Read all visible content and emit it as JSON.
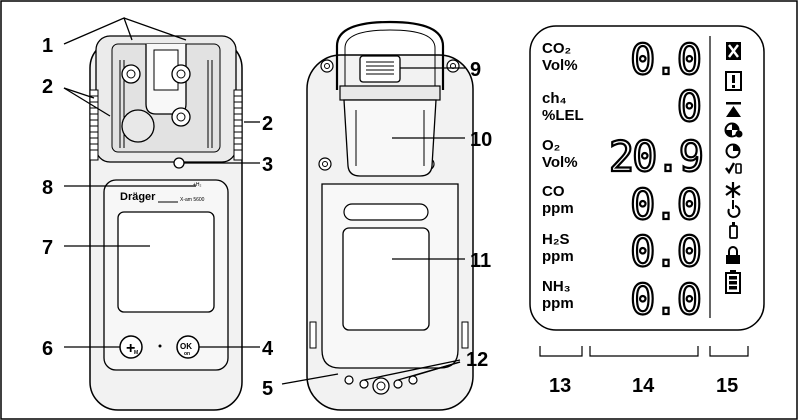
{
  "device": {
    "brand": "Dräger",
    "model": "X-am 5600",
    "sensor_mark": "+H₂",
    "left_button": "+",
    "left_button_sub": "M",
    "right_button": "OK",
    "right_button_sub": "on"
  },
  "callouts": {
    "c1": "1",
    "c2a": "2",
    "c2b": "2",
    "c3": "3",
    "c4": "4",
    "c5": "5",
    "c6": "6",
    "c7": "7",
    "c8": "8",
    "c9": "9",
    "c10": "10",
    "c11": "11",
    "c12": "12",
    "c13": "13",
    "c14": "14",
    "c15": "15"
  },
  "display": {
    "rows": [
      {
        "gas": "CO₂",
        "unit": "Vol%",
        "value": "0.0"
      },
      {
        "gas": "ch₄",
        "unit": "%LEL",
        "value": "0"
      },
      {
        "gas": "O₂",
        "unit": "Vol%",
        "value": "20.9"
      },
      {
        "gas": "CO",
        "unit": "ppm",
        "value": "0.0"
      },
      {
        "gas": "H₂S",
        "unit": "ppm",
        "value": "0.0"
      },
      {
        "gas": "NH₃",
        "unit": "ppm",
        "value": "0.0"
      }
    ],
    "icons": [
      "alarm-x-icon",
      "warning-exclamation-icon",
      "peak-value-icon",
      "time-weighted-average-icon",
      "bump-test-icon",
      "calibration-icon",
      "fan-pump-icon",
      "restart-icon",
      "bottle-icon",
      "lock-icon",
      "battery-icon"
    ]
  }
}
